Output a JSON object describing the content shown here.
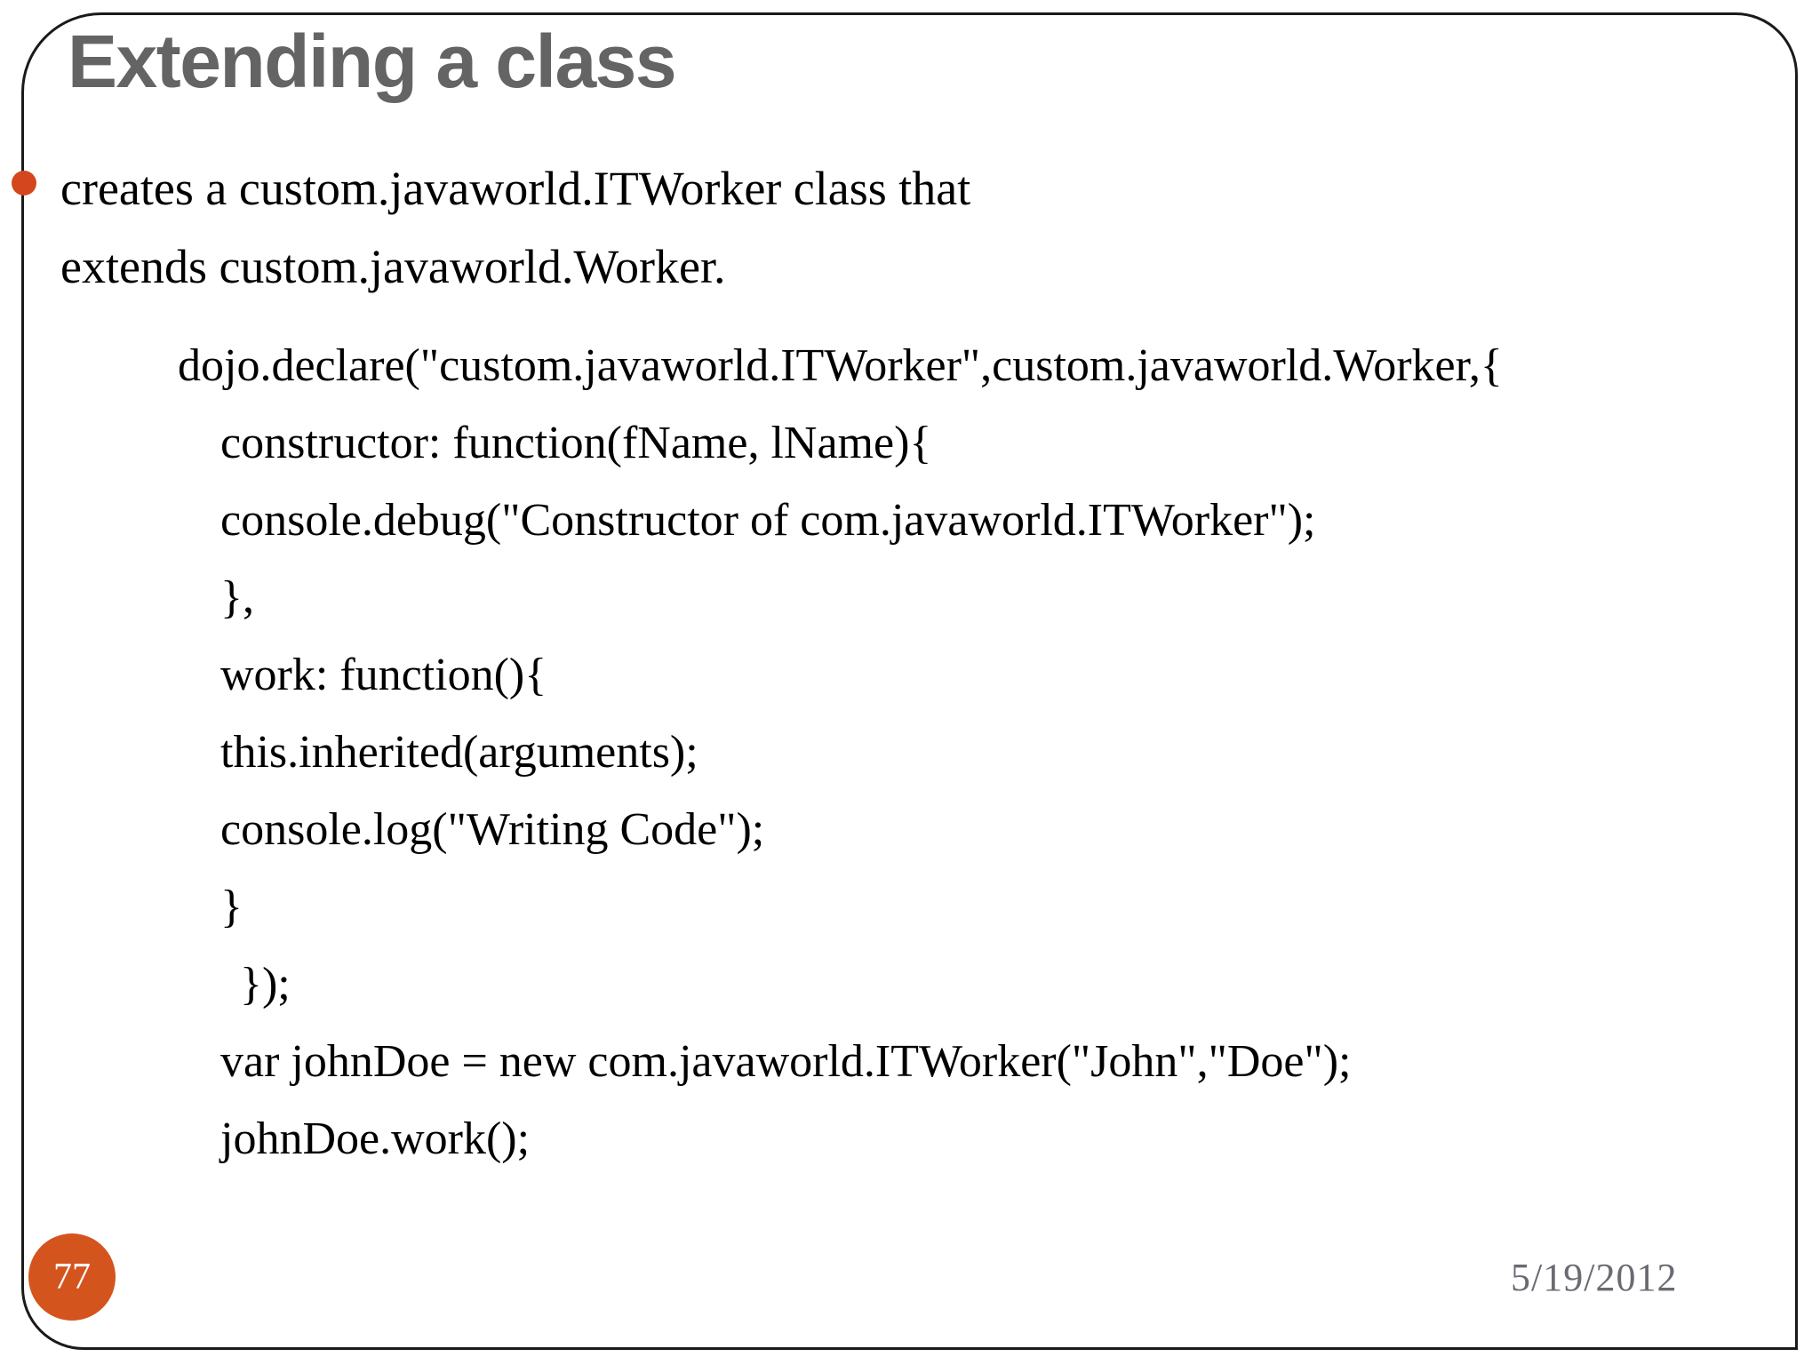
{
  "slide": {
    "title": "Extending a class",
    "page_number": "77",
    "date": "5/19/2012",
    "accent_color": "#D4461E",
    "badge_color": "#D4541E",
    "title_color": "#646464",
    "border_color": "#1a1a1a",
    "date_color": "#6a6a72",
    "background_color": "#ffffff"
  },
  "bullet": {
    "marker": "bullet-dot",
    "line1": "creates a custom.javaworld.ITWorker class that",
    "line2": "extends custom.javaworld.Worker."
  },
  "code": {
    "lines": [
      {
        "indent": 0,
        "text": "dojo.declare(\"custom.javaworld.ITWorker\",custom.javaworld.Worker,{"
      },
      {
        "indent": 1,
        "text": "constructor: function(fName, lName){"
      },
      {
        "indent": 1,
        "text": "console.debug(\"Constructor of com.javaworld.ITWorker\");"
      },
      {
        "indent": 1,
        "text": "},"
      },
      {
        "indent": 1,
        "text": "work: function(){"
      },
      {
        "indent": 1,
        "text": "this.inherited(arguments);"
      },
      {
        "indent": 1,
        "text": "console.log(\"Writing Code\");"
      },
      {
        "indent": 1,
        "text": "}"
      },
      {
        "indent": 2,
        "text": " });"
      },
      {
        "indent": 1,
        "text": "var johnDoe = new com.javaworld.ITWorker(\"John\",\"Doe\");"
      },
      {
        "indent": 1,
        "text": "johnDoe.work();"
      }
    ]
  }
}
